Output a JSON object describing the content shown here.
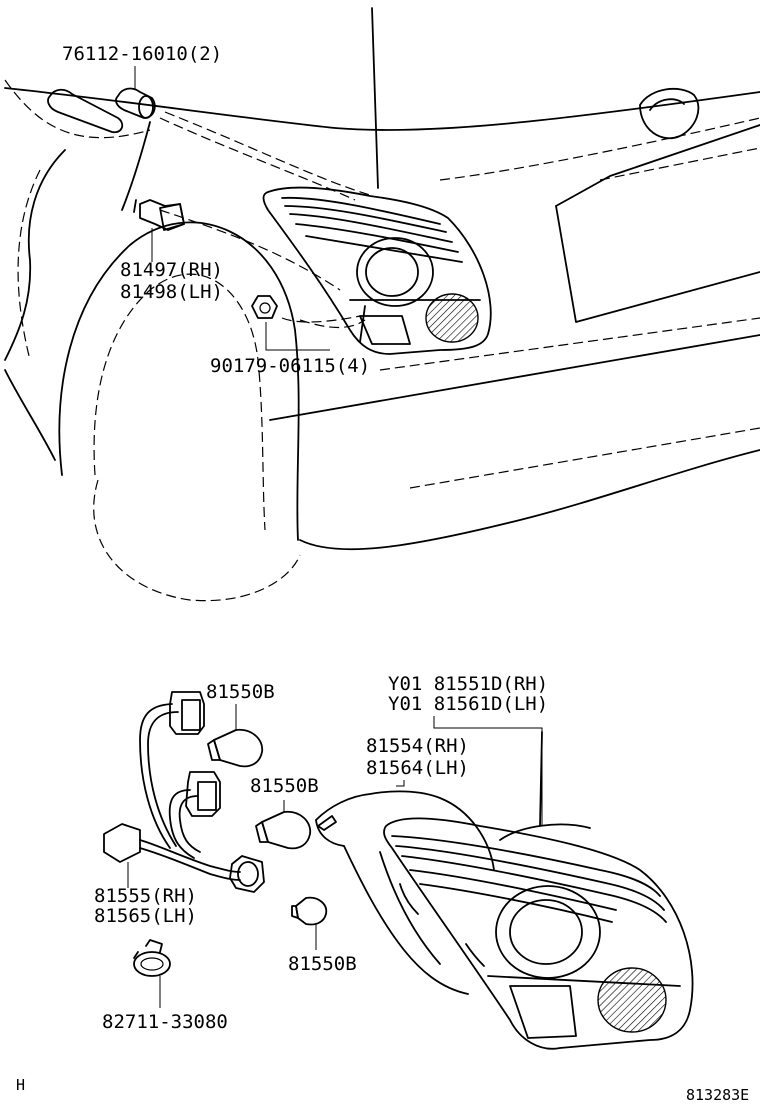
{
  "labels": {
    "p76112": "76112-16010(2)",
    "p81497": "81497(RH)",
    "p81498": "81498(LH)",
    "p90179": "90179-06115(4)",
    "p81550b_1": "81550B",
    "p81550b_2": "81550B",
    "p81550b_3": "81550B",
    "p81551d": "Y01  81551D(RH)",
    "p81561d": "Y01  81561D(LH)",
    "p81554": "81554(RH)",
    "p81564": "81564(LH)",
    "p81555": "81555(RH)",
    "p81565": "81565(LH)",
    "p82711": "82711-33080"
  },
  "footer": {
    "left_mark": "H",
    "diagram_id": "813283E"
  }
}
